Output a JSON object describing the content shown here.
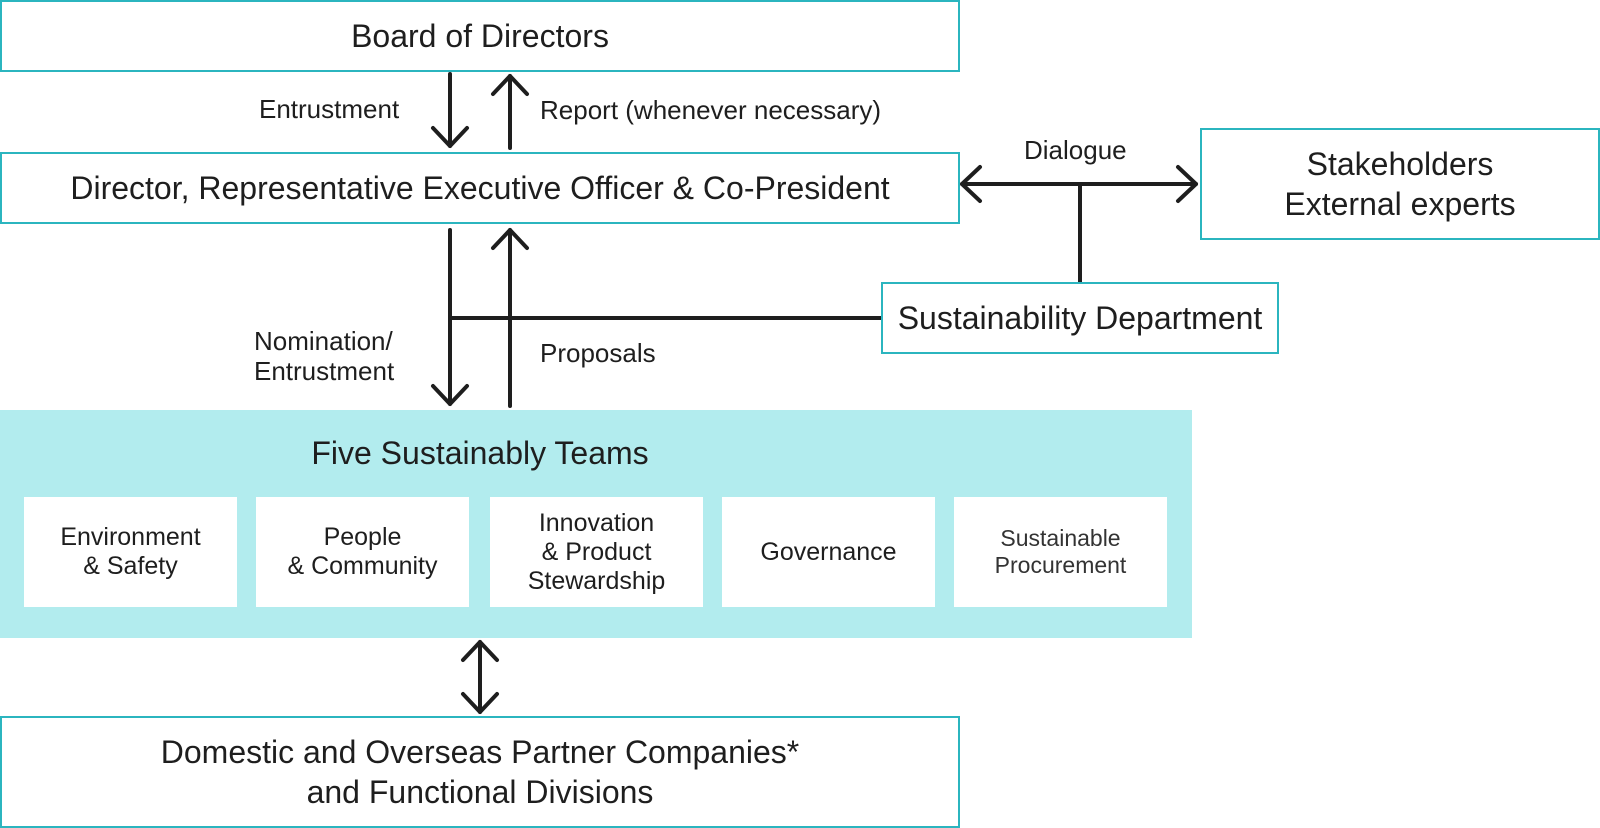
{
  "board": {
    "label": "Board of Directors"
  },
  "director": {
    "label": "Director, Representative Executive Officer & Co-President"
  },
  "stakeholders": {
    "line1": "Stakeholders",
    "line2": "External experts"
  },
  "sustainability_dept": {
    "label": "Sustainability Department"
  },
  "arrows": {
    "entrustment": "Entrustment",
    "report": "Report (whenever necessary)",
    "dialogue": "Dialogue",
    "nomination_line1": "Nomination/",
    "nomination_line2": "Entrustment",
    "proposals": "Proposals"
  },
  "teams": {
    "title": "Five Sustainably Teams",
    "items": [
      {
        "lines": [
          "Environment",
          "& Safety"
        ]
      },
      {
        "lines": [
          "People",
          "& Community"
        ]
      },
      {
        "lines": [
          "Innovation",
          "& Product",
          "Stewardship"
        ]
      },
      {
        "lines": [
          "Governance"
        ]
      },
      {
        "lines": [
          "Sustainable",
          "Procurement"
        ]
      }
    ]
  },
  "partners": {
    "line1": "Domestic and Overseas Partner Companies*",
    "line2": "and Functional Divisions"
  },
  "colors": {
    "box_border": "#2bb5bf",
    "teams_background": "#b2ecee",
    "line": "#1e1e1e"
  }
}
